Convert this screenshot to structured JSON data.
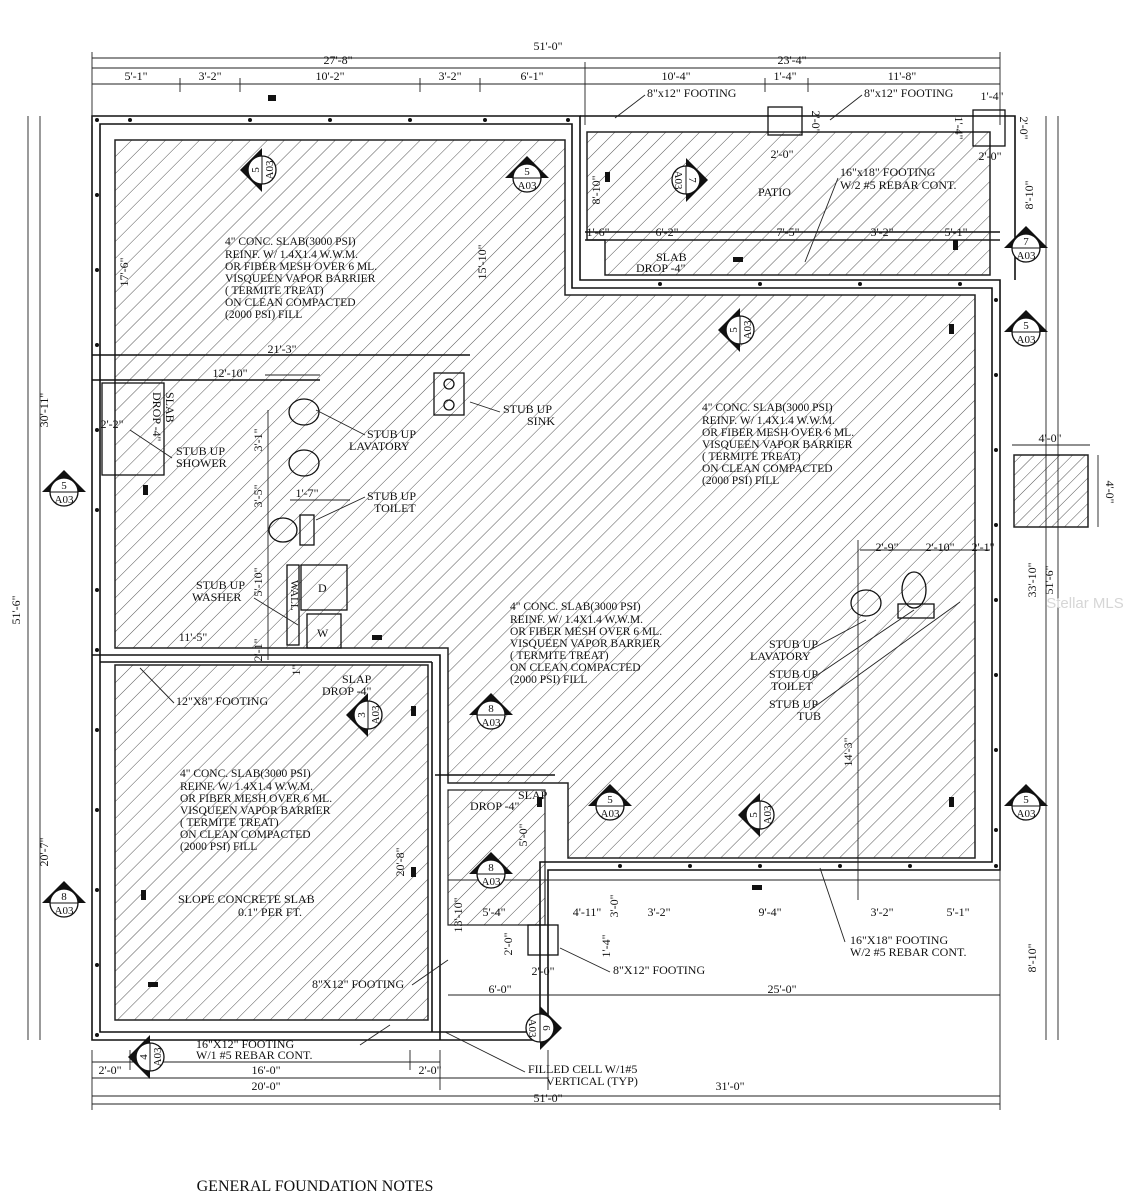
{
  "title": "GENERAL FOUNDATION NOTES",
  "watermark": "Stellar MLS",
  "dimensions": {
    "top_total": "51'-0\"",
    "top_left_group": "27'-8\"",
    "top_right_group": "23'-4\"",
    "top_segments": [
      "5'-1\"",
      "3'-2\"",
      "10'-2\"",
      "3'-2\"",
      "6'-1\""
    ],
    "patio_segments": [
      "10'-4\"",
      "1'-4\"",
      "11'-8\""
    ],
    "pad_1_4": "1'-4\"",
    "pad_1_4b": "1'-4\"",
    "pad_2_0": [
      "2'-0\"",
      "2'-0\"",
      "2'-0\"",
      "2'-0\""
    ],
    "patio_depth": "8'-10\"",
    "patio_depth_right": "8'-10\"",
    "patio_lower_segments": [
      "1'-6\"",
      "6'-2\"",
      "7'-5\"",
      "3'-2\"",
      "5'-1\""
    ],
    "left_17_6": "17'-6\"",
    "left_15_10": "15'-10\"",
    "left_30_11": "30'-11\"",
    "left_51_6": "51'-6\"",
    "left_20_7": "20'-7\"",
    "mid_21_3": "21'-3\"",
    "mid_12_10": "12'-10\"",
    "mid_2_2": "2'-2\"",
    "mid_3_1": "3'-1\"",
    "mid_3_5": "3'-5\"",
    "mid_1_7": "1'-7\"",
    "mid_5_10": "5'-10\"",
    "mid_11_5": "11'-5\"",
    "mid_2_1": "2'-1\"",
    "mid_1": "1\"",
    "right_4_0_top": "4'-0\"",
    "right_4_0_side": "4'-0\"",
    "right_33_10": "33'-10\"",
    "right_51_6": "51'-6\"",
    "right_8_10_bottom": "8'-10\"",
    "bath_2_9": "2'-9\"",
    "bath_2_10": "2'-10\"",
    "bath_2_1": "2'-1\"",
    "bath_14_3": "14'-3\"",
    "lower_20_8": "20'-8\"",
    "lower_5_0": "5'-0\"",
    "lower_13_10": "13'-10\"",
    "lower_5_4": "5'-4\"",
    "lower_4_11": "4'-11\"",
    "lower_3_0": "3'-0\"",
    "lower_3_2a": "3'-2\"",
    "lower_9_4": "9'-4\"",
    "lower_3_2b": "3'-2\"",
    "lower_5_1": "5'-1\"",
    "lower_2_0": "2'-0\"",
    "lower_2_0b": "2'-0\"",
    "lower_1_4": "1'-4\"",
    "lower_6_0": "6'-0\"",
    "lower_25_0": "25'-0\"",
    "bottom_2_0_left": "2'-0\"",
    "bottom_16_0": "16'-0\"",
    "bottom_2_0_right": "2'-0\"",
    "bottom_20_0": "20'-0\"",
    "bottom_31_0": "31'-0\"",
    "bottom_total": "51'-0\""
  },
  "labels": {
    "footing_top_left": "8\"x12\" FOOTING",
    "footing_top_right": "8\"x12\" FOOTING",
    "footing_patio": [
      "16\"x18\" FOOTING",
      "W/2 #5 REBAR CONT."
    ],
    "patio": "PATIO",
    "slab_drop_patio": [
      "SLAB",
      "DROP -4\""
    ],
    "slab_drop_shower": [
      "SLAB",
      "DROP -4\""
    ],
    "stub_shower": [
      "STUB UP",
      "SHOWER"
    ],
    "stub_lavatory": [
      "STUB UP",
      "LAVATORY"
    ],
    "stub_sink": [
      "STUB UP",
      "SINK"
    ],
    "stub_toilet": [
      "STUB UP",
      "TOILET"
    ],
    "stub_washer": [
      "STUB UP",
      "WASHER"
    ],
    "dryer": "D",
    "washer": "W",
    "wall": "WALL",
    "footing_12x8": "12\"X8\" FOOTING",
    "slap_drop_garage": [
      "SLAP",
      "DROP -4\""
    ],
    "slap_drop_lower": [
      "SLAP",
      "DROP -4\""
    ],
    "stub_bath2": [
      "STUB UP",
      "LAVATORY",
      "STUB UP",
      "TOILET",
      "STUB UP",
      "TUB"
    ],
    "slope": [
      "SLOPE CONCRETE SLAB",
      "0.1\"  PER FT."
    ],
    "footing_8x12_a": "8\"X12\" FOOTING",
    "footing_8x12_b": "8\"X12\" FOOTING",
    "footing_16x18": [
      "16\"X18\" FOOTING",
      "W/2 #5 REBAR CONT."
    ],
    "footing_16x12": [
      "16\"X12\" FOOTING",
      "W/1 #5 REBAR CONT."
    ],
    "filled_cell": [
      "FILLED CELL W/1#5",
      "VERTICAL (TYP)"
    ]
  },
  "slab_notes": [
    [
      "4\" CONC. SLAB(3000 PSI)",
      "REINF. W/ 1.4X1.4 W.W.M.",
      "OR FIBER MESH OVER 6 ML.",
      "VISQUEEN VAPOR BARRIER",
      "( TERMITE TREAT)",
      "ON CLEAN COMPACTED",
      "(2000 PSI) FILL"
    ],
    [
      "4\" CONC. SLAB(3000 PSI)",
      "REINF. W/ 1.4X1.4 W.W.M.",
      "OR FIBER MESH OVER 6 ML.",
      "VISQUEEN VAPOR BARRIER",
      "( TERMITE TREAT)",
      "ON CLEAN COMPACTED",
      "(2000 PSI) FILL"
    ],
    [
      "4\" CONC. SLAB(3000 PSI)",
      "REINF. W/ 1.4X1.4 W.W.M.",
      "OR FIBER MESH OVER 6 ML.",
      "VISQUEEN VAPOR BARRIER",
      "( TERMITE TREAT)",
      "ON CLEAN COMPACTED",
      "(2000 PSI) FILL"
    ],
    [
      "4\" CONC. SLAB(3000 PSI)",
      "REINF. W/ 1.4X1.4 W.W.M.",
      "OR FIBER MESH OVER 6 ML.",
      "VISQUEEN VAPOR BARRIER",
      "( TERMITE TREAT)",
      "ON CLEAN COMPACTED",
      "(2000 PSI) FILL"
    ]
  ],
  "section_tags": [
    {
      "num": "5",
      "sheet": "A03"
    },
    {
      "num": "5",
      "sheet": "A03"
    },
    {
      "num": "7",
      "sheet": "A03"
    },
    {
      "num": "7",
      "sheet": "A03"
    },
    {
      "num": "5",
      "sheet": "A03"
    },
    {
      "num": "5",
      "sheet": "A03"
    },
    {
      "num": "5",
      "sheet": "A03"
    },
    {
      "num": "3",
      "sheet": "A03"
    },
    {
      "num": "8",
      "sheet": "A03"
    },
    {
      "num": "5",
      "sheet": "A03"
    },
    {
      "num": "5",
      "sheet": "A03"
    },
    {
      "num": "5",
      "sheet": "A03"
    },
    {
      "num": "8",
      "sheet": "A03"
    },
    {
      "num": "8",
      "sheet": "A03"
    },
    {
      "num": "6",
      "sheet": "A03"
    },
    {
      "num": "4",
      "sheet": "A03"
    }
  ]
}
